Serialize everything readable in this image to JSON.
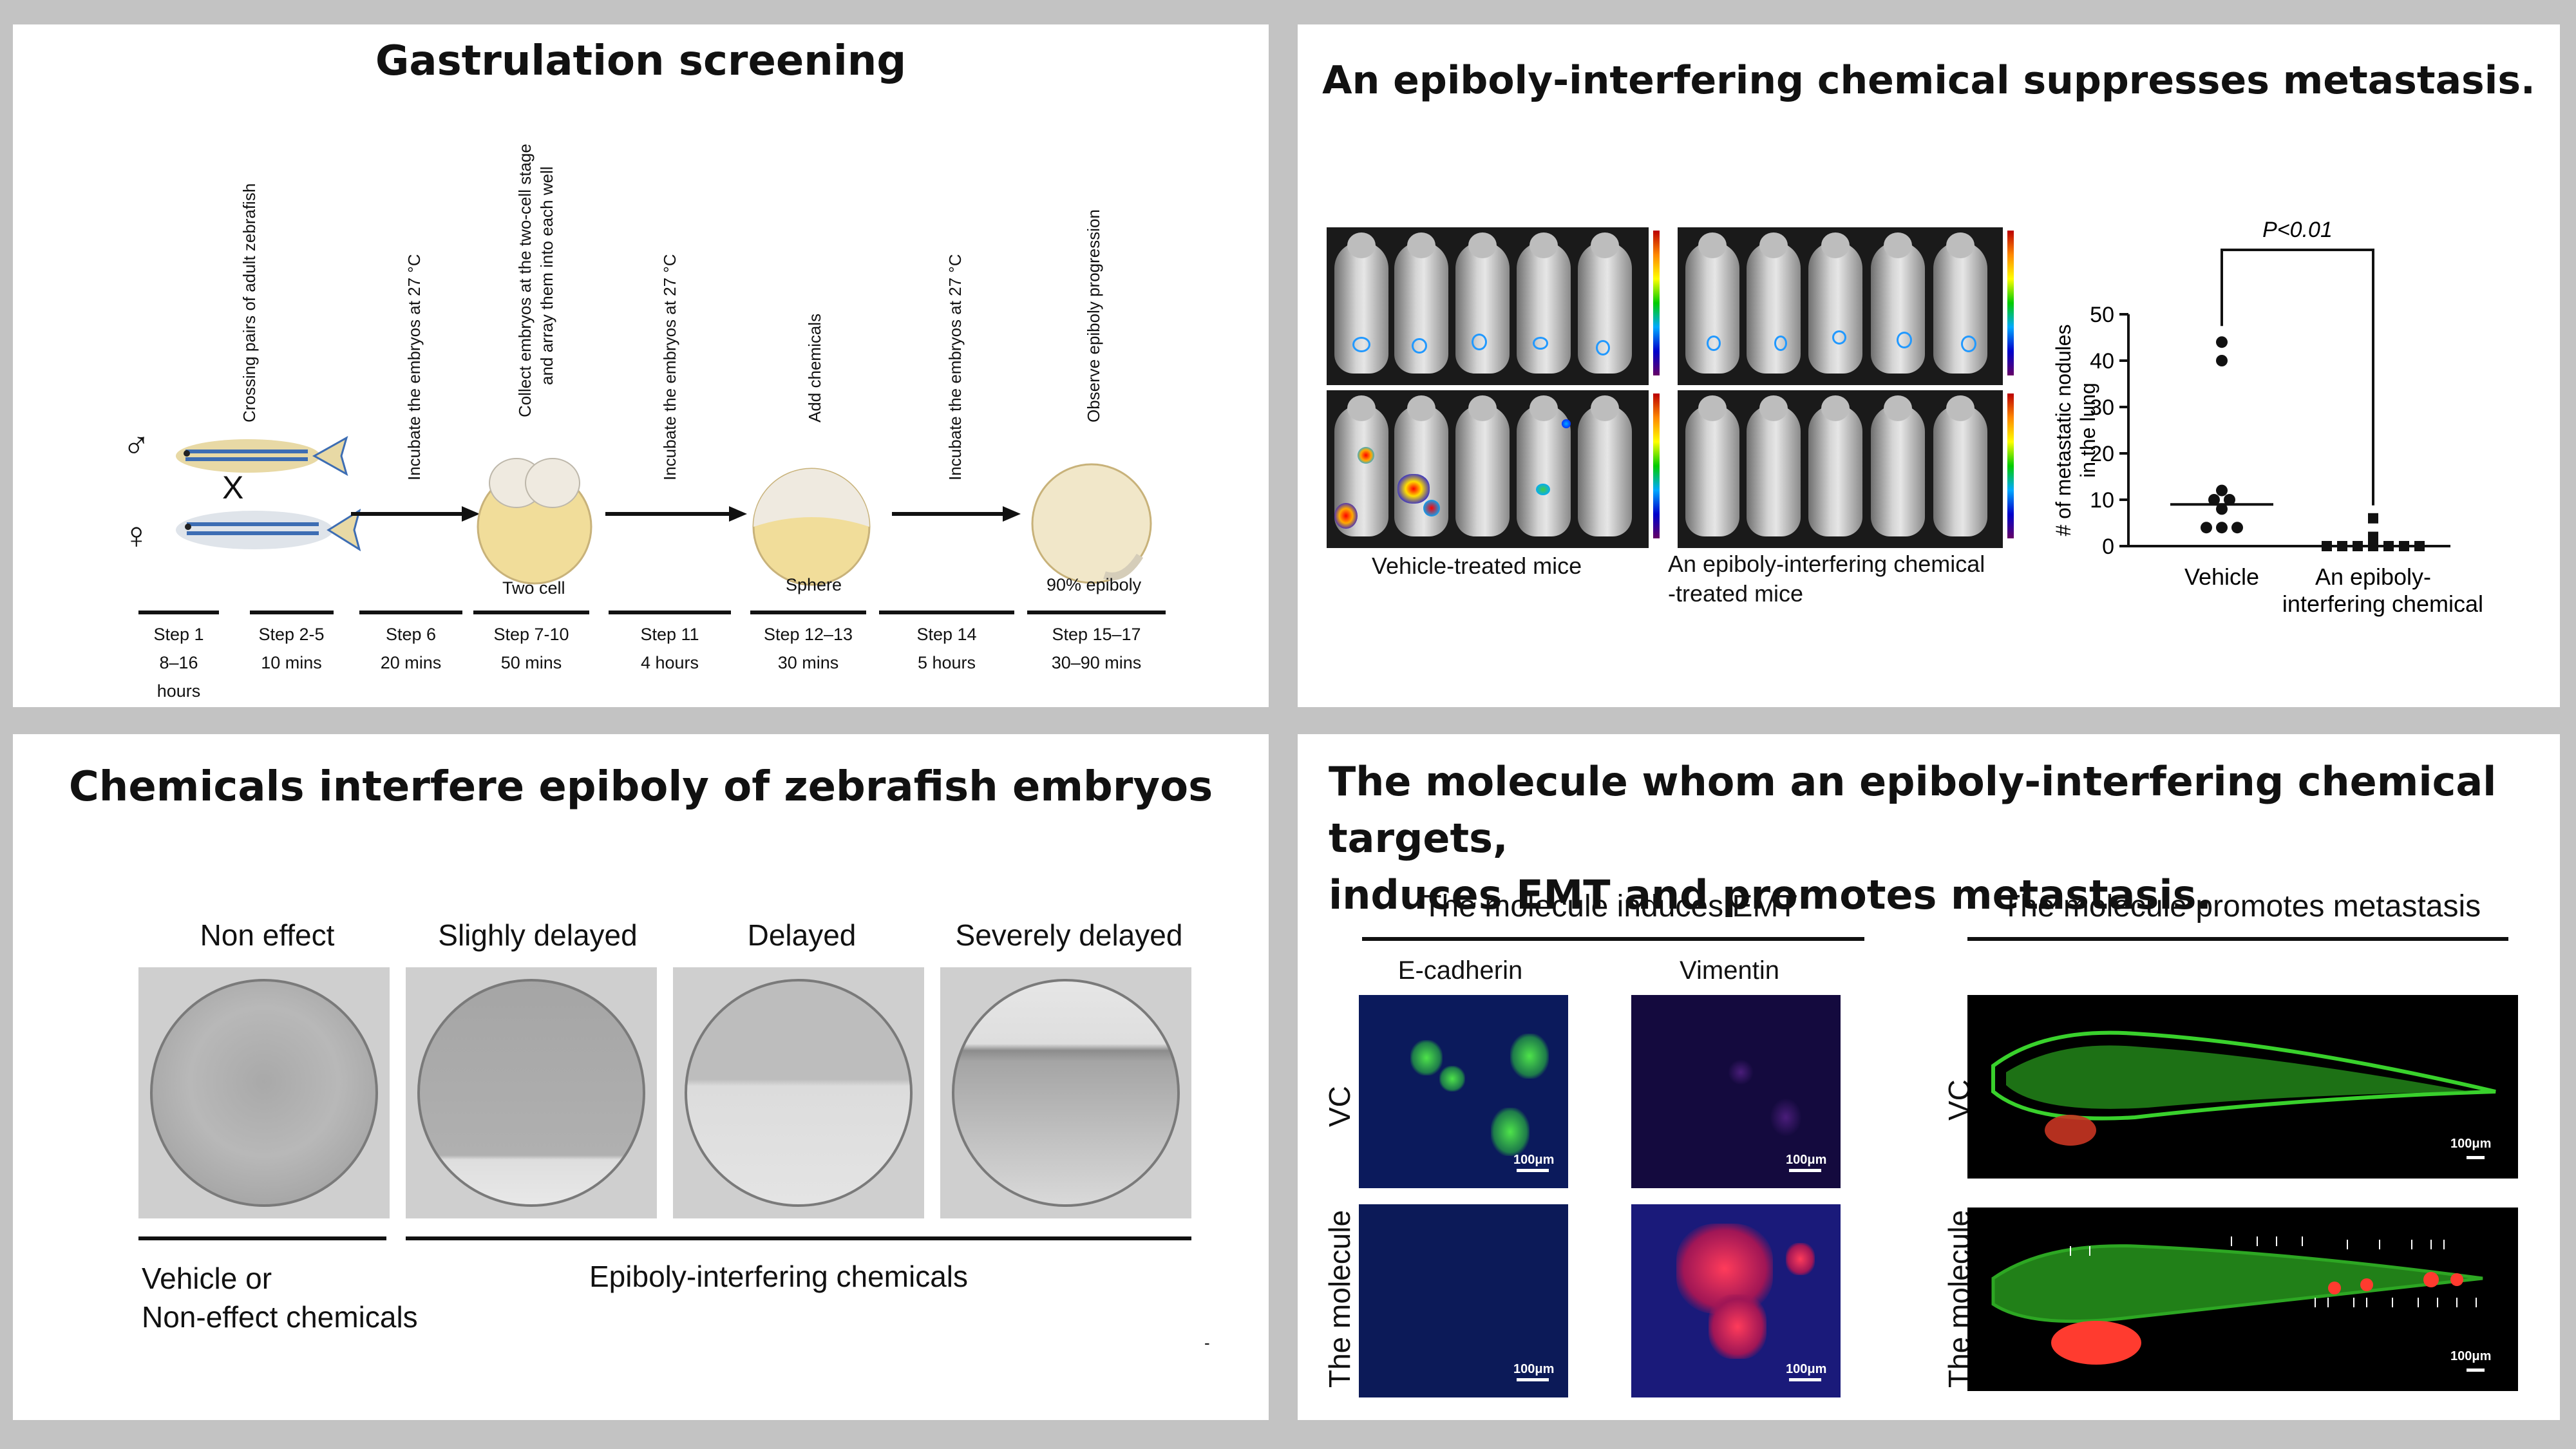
{
  "panel1": {
    "title": "Gastrulation screening",
    "male_symbol": "♂",
    "female_symbol": "♀",
    "cross_symbol": "X",
    "vertical_labels": [
      "Crossing pairs of adult zebrafish",
      "Incubate the embryos at 27 °C",
      "Collect embryos at the two-cell stage",
      "and array them into each well",
      "Incubate the embryos at 27 °C",
      "Add chemicals",
      "Incubate the embryos at 27 °C",
      "Observe epiboly progression"
    ],
    "stage_labels": [
      "Two cell",
      "Sphere",
      "90% epiboly"
    ],
    "steps": [
      {
        "name": "Step 1",
        "time": "8–16 hours"
      },
      {
        "name": "Step 2-5",
        "time": "10 mins"
      },
      {
        "name": "Step 6",
        "time": "20 mins"
      },
      {
        "name": "Step 7-10",
        "time": "50 mins"
      },
      {
        "name": "Step 11",
        "time": "4 hours"
      },
      {
        "name": "Step 12–13",
        "time": "30 mins"
      },
      {
        "name": "Step 14",
        "time": "5 hours"
      },
      {
        "name": "Step 15–17",
        "time": "30–90 mins"
      }
    ]
  },
  "panel2": {
    "title": "An epiboly-interfering chemical suppresses metastasis.",
    "caption_left": "Vehicle-treated mice",
    "caption_right_1": "An epiboly-interfering chemical",
    "caption_right_2": "-treated mice"
  },
  "chart_data": {
    "type": "scatter",
    "ylabel_line1": "# of metastatic nodules",
    "ylabel_line2": "in the lung",
    "ylim": [
      0,
      50
    ],
    "yticks": [
      "0",
      "10",
      "20",
      "30",
      "40",
      "50"
    ],
    "categories": [
      "Vehicle",
      "An epiboly-"
    ],
    "category_line2": [
      "",
      "interfering chemical"
    ],
    "significance": "P<0.01",
    "series": [
      {
        "name": "Vehicle",
        "values": [
          44,
          40,
          12,
          10,
          10,
          8,
          4,
          4,
          4
        ],
        "median": 9,
        "marker": "circle"
      },
      {
        "name": "An epiboly-interfering chemical",
        "values": [
          6,
          2,
          0,
          0,
          0,
          0,
          0,
          0,
          0
        ],
        "median": 0,
        "marker": "square"
      }
    ]
  },
  "panel3": {
    "title": "Chemicals interfere epiboly of zebrafish embryos",
    "categories": [
      "Non effect",
      "Slighly delayed",
      "Delayed",
      "Severely delayed"
    ],
    "group_left_1": "Vehicle or",
    "group_left_2": "Non-effect chemicals",
    "group_right": "Epiboly-interfering chemicals",
    "dash": "-"
  },
  "panel4": {
    "title_line1": "The molecule whom an epiboly-interfering chemical targets,",
    "title_line2": "induces EMT and promotes metastasis.",
    "left_heading": "The molecule induces EMT",
    "right_heading": "The molecule promotes metastasis",
    "col_labels": [
      "E-cadherin",
      "Vimentin"
    ],
    "row_labels": [
      "VC",
      "The molecule"
    ],
    "scale": "100μm",
    "colors": {
      "fluor_green": "#39d12c",
      "fluor_red": "#ff3b2f",
      "micro_bg": "#0b1a5c"
    }
  }
}
